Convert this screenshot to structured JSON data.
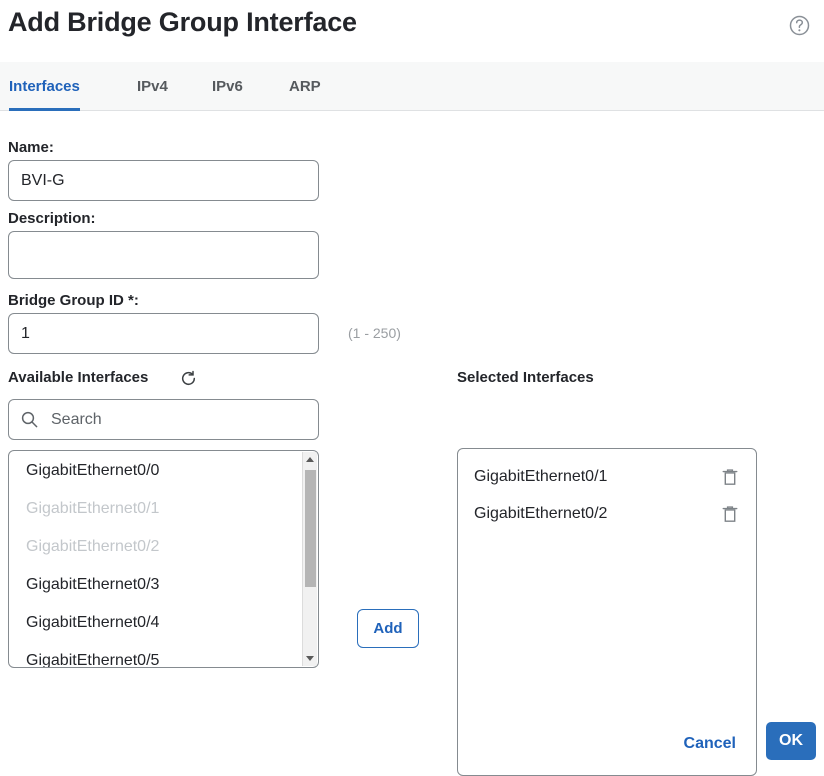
{
  "dialog": {
    "title": "Add Bridge Group Interface",
    "help_icon": "help-circle-icon"
  },
  "tabs": [
    {
      "label": "Interfaces",
      "active": true
    },
    {
      "label": "IPv4",
      "active": false
    },
    {
      "label": "IPv6",
      "active": false
    },
    {
      "label": "ARP",
      "active": false
    }
  ],
  "form": {
    "name": {
      "label": "Name:",
      "value": "BVI-G"
    },
    "description": {
      "label": "Description:",
      "value": ""
    },
    "bridge_group_id": {
      "label": "Bridge Group ID *:",
      "value": "1",
      "hint": "(1 - 250)"
    }
  },
  "available": {
    "label": "Available Interfaces",
    "refresh_icon": "refresh-icon",
    "search": {
      "placeholder": "Search",
      "value": "",
      "icon": "search-icon"
    },
    "items": [
      {
        "label": "GigabitEthernet0/0",
        "disabled": false
      },
      {
        "label": "GigabitEthernet0/1",
        "disabled": true
      },
      {
        "label": "GigabitEthernet0/2",
        "disabled": true
      },
      {
        "label": "GigabitEthernet0/3",
        "disabled": false
      },
      {
        "label": "GigabitEthernet0/4",
        "disabled": false
      },
      {
        "label": "GigabitEthernet0/5",
        "disabled": false
      }
    ]
  },
  "add_button": {
    "label": "Add"
  },
  "selected": {
    "label": "Selected Interfaces",
    "items": [
      {
        "label": "GigabitEthernet0/1",
        "delete_icon": "trash-icon"
      },
      {
        "label": "GigabitEthernet0/2",
        "delete_icon": "trash-icon"
      }
    ]
  },
  "footer": {
    "cancel_label": "Cancel",
    "ok_label": "OK"
  },
  "colors": {
    "accent": "#2a6ebb",
    "link": "#1f62ba",
    "border": "#858b90",
    "text": "#23252a",
    "muted": "#9a9ea2",
    "disabled": "#c3c7cb",
    "tab_bg": "#f7f8f8"
  }
}
